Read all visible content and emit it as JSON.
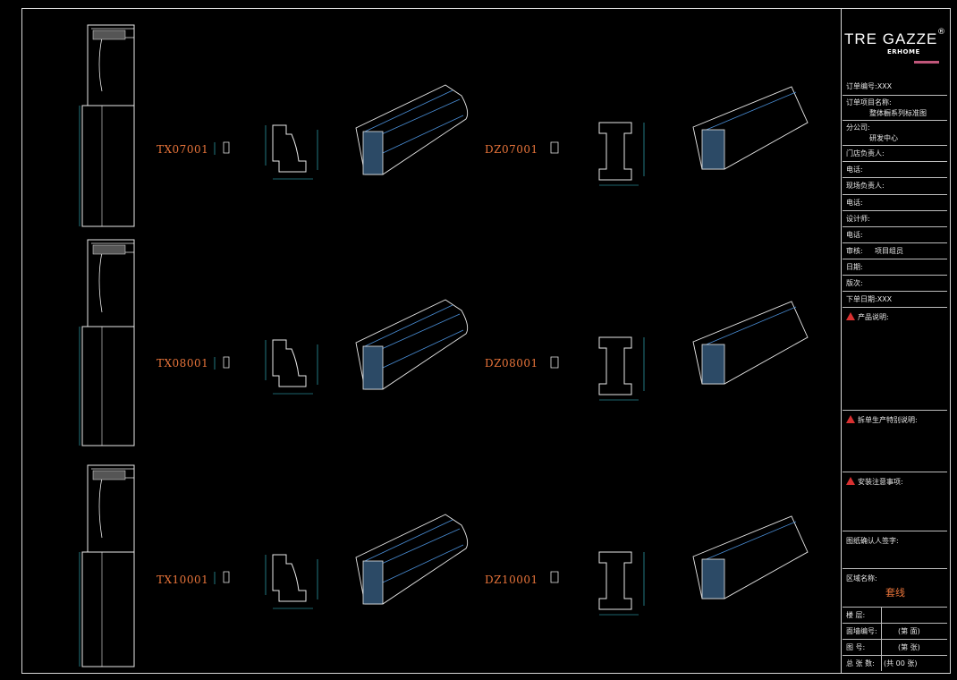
{
  "logo": {
    "brand": "TRE GAZZE",
    "sub": "ERHOME",
    "mark": "®"
  },
  "profiles": {
    "left_codes": [
      "TX07001",
      "TX08001",
      "TX10001"
    ],
    "right_codes": [
      "DZ07001",
      "DZ08001",
      "DZ10001"
    ]
  },
  "title_block": {
    "order_no": "订单编号:XXX",
    "project_name_label": "订单项目名称:",
    "project_name_value": "整体橱系列标准图",
    "branch_label": "分公司:",
    "branch_value": "研发中心",
    "store_manager": "门店负责人:",
    "phone1": "电话:",
    "site_manager": "现场负责人:",
    "phone2": "电话:",
    "designer": "设计师:",
    "phone3": "电话:",
    "reviewer_label": "审核:",
    "reviewer_value": "项目组员",
    "date": "日期:",
    "version": "版次:",
    "order_date": "下单日期:XXX",
    "product_desc": "产品说明:",
    "production_notes": "拆单生产特别说明:",
    "install_notes": "安装注意事项:",
    "confirm_sign": "图纸确认人签字:",
    "area_label": "区域名称:",
    "area_value": "套线",
    "floor_label": "楼  层:",
    "elev_label": "面墙编号:",
    "elev_value": "(第    面)",
    "drawing_label": "图    号:",
    "drawing_value": "(第    张)",
    "total_label": "总 张 数:",
    "total_value": "(共  00  张)"
  }
}
